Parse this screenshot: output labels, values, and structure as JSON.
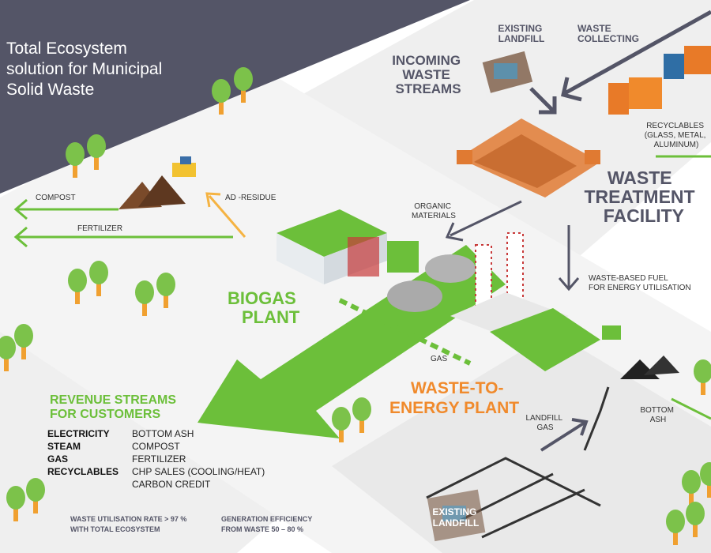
{
  "title": [
    "Total Ecosystem",
    "solution for Municipal",
    "Solid Waste"
  ],
  "incoming": {
    "heading": [
      "INCOMING",
      "WASTE",
      "STREAMS"
    ],
    "existing_landfill": [
      "EXISTING",
      "LANDFILL"
    ],
    "waste_collecting": [
      "WASTE",
      "COLLECTING"
    ]
  },
  "recyclables_label": [
    "RECYCLABLES",
    "(GLASS, METAL,",
    "ALUMINUM)"
  ],
  "waste_treatment": [
    "WASTE",
    "TREATMENT",
    "FACILITY"
  ],
  "organic_materials": [
    "ORGANIC",
    "MATERIALS"
  ],
  "waste_based_fuel": [
    "WASTE-BASED FUEL",
    "FOR ENERGY UTILISATION"
  ],
  "ad_residue": "AD -RESIDUE",
  "compost": "COMPOST",
  "fertilizer": "FERTILIZER",
  "biogas_plant": [
    "BIOGAS",
    "PLANT"
  ],
  "gas": "GAS",
  "wte_plant": [
    "WASTE-TO-",
    "ENERGY PLANT"
  ],
  "landfill_gas": [
    "LANDFILL",
    "GAS"
  ],
  "bottom_ash": [
    "BOTTOM",
    "ASH"
  ],
  "existing_landfill_bottom": [
    "EXISTING",
    "LANDFILL"
  ],
  "revenue": {
    "heading": [
      "REVENUE STREAMS",
      "FOR CUSTOMERS"
    ],
    "primary": [
      "ELECTRICITY",
      "STEAM",
      "GAS",
      "RECYCLABLES"
    ],
    "secondary": [
      "BOTTOM ASH",
      "COMPOST",
      "FERTILIZER",
      "CHP SALES (COOLING/HEAT)",
      "CARBON CREDIT"
    ]
  },
  "stats": {
    "utilisation": [
      "WASTE UTILISATION RATE > 97 %",
      "WITH TOTAL ECOSYSTEM"
    ],
    "efficiency": [
      "GENERATION EFFICIENCY",
      "FROM WASTE 50 – 80 %"
    ]
  },
  "colors": {
    "slate": "#545567",
    "green": "#6cbf3a",
    "orange": "#f08a2c",
    "arrow_gray": "#545567",
    "ground": "#efefef"
  }
}
